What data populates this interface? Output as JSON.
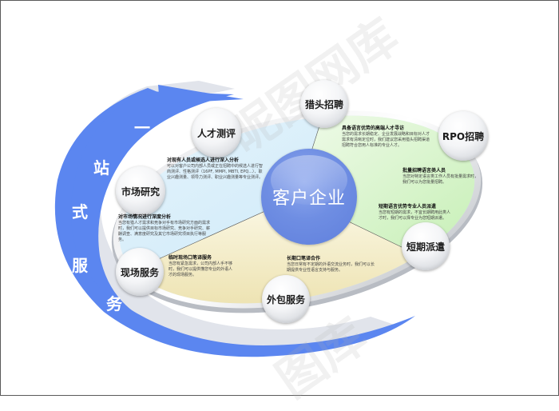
{
  "arrow": {
    "chars": [
      "一",
      "站",
      "式",
      "服",
      "务"
    ],
    "color": "#5b86f0"
  },
  "center": {
    "label": "客户企业",
    "color": "#6a8ae0"
  },
  "nodes": [
    {
      "id": "talent-assessment",
      "label": "人才测评"
    },
    {
      "id": "headhunting",
      "label": "猎头招聘"
    },
    {
      "id": "rpo",
      "label": "RPO招聘"
    },
    {
      "id": "market-research",
      "label": "市场研究"
    },
    {
      "id": "onsite-service",
      "label": "现场服务"
    },
    {
      "id": "outsourcing",
      "label": "外包服务"
    },
    {
      "id": "short-term-dispatch",
      "label": "短期派遣"
    }
  ],
  "descriptions": {
    "talent_assessment": {
      "title": "对现有人员或候选人进行深入分析",
      "body": "可以对客户公司内部人员或正在招聘中的候选人进行智商测评、性格测评（16PF, MMPI, MBTI, EPQ...）、职业兴趣测量、领导力测评、职业兴趣测量等专业测评。"
    },
    "market_research": {
      "title": "对市场情况进行深度分析",
      "body": "当您有猎人才需求和竞争对手有市场研究方面的需求时，我们可以提供目标市场研究、竞争对手研究、薪酬调查、满意度研究及其它市场研究项目执行等服务。"
    },
    "onsite_service": {
      "title": "临时现场口笔译服务",
      "body": "当您有紧急需求，公司内部人手不够时，我们可以提供懂您专业的外语人才的现场服务。"
    },
    "long_term": {
      "title": "长期口笔译合作",
      "body": "当您日常有不定期的外语交流业务时，我们可以长期提供专业性语言支持与服务。"
    },
    "headhunting": {
      "title": "具备语言优势的高端人才寻访",
      "body": "当您的需求长期稳定、企业发展战略和目标对人才需求有清晰定位时，我们建议您采用猎头招聘渠道招聘符合您用人标准的专业人才。"
    },
    "batch_recruitment": {
      "title": "批量招聘语言类人员",
      "body": "当您对特定语言类工作人员有批量需求时，我们可以为您批量招聘。"
    },
    "short_term_dispatch": {
      "title": "短期语言优势专业人员派遣",
      "body": "当您有短期的需求，不宜长期聘用此类人才时，我们可以择专业为您短期派遣。"
    }
  },
  "watermark": [
    "昵图网库",
    "昵图",
    "图库"
  ]
}
